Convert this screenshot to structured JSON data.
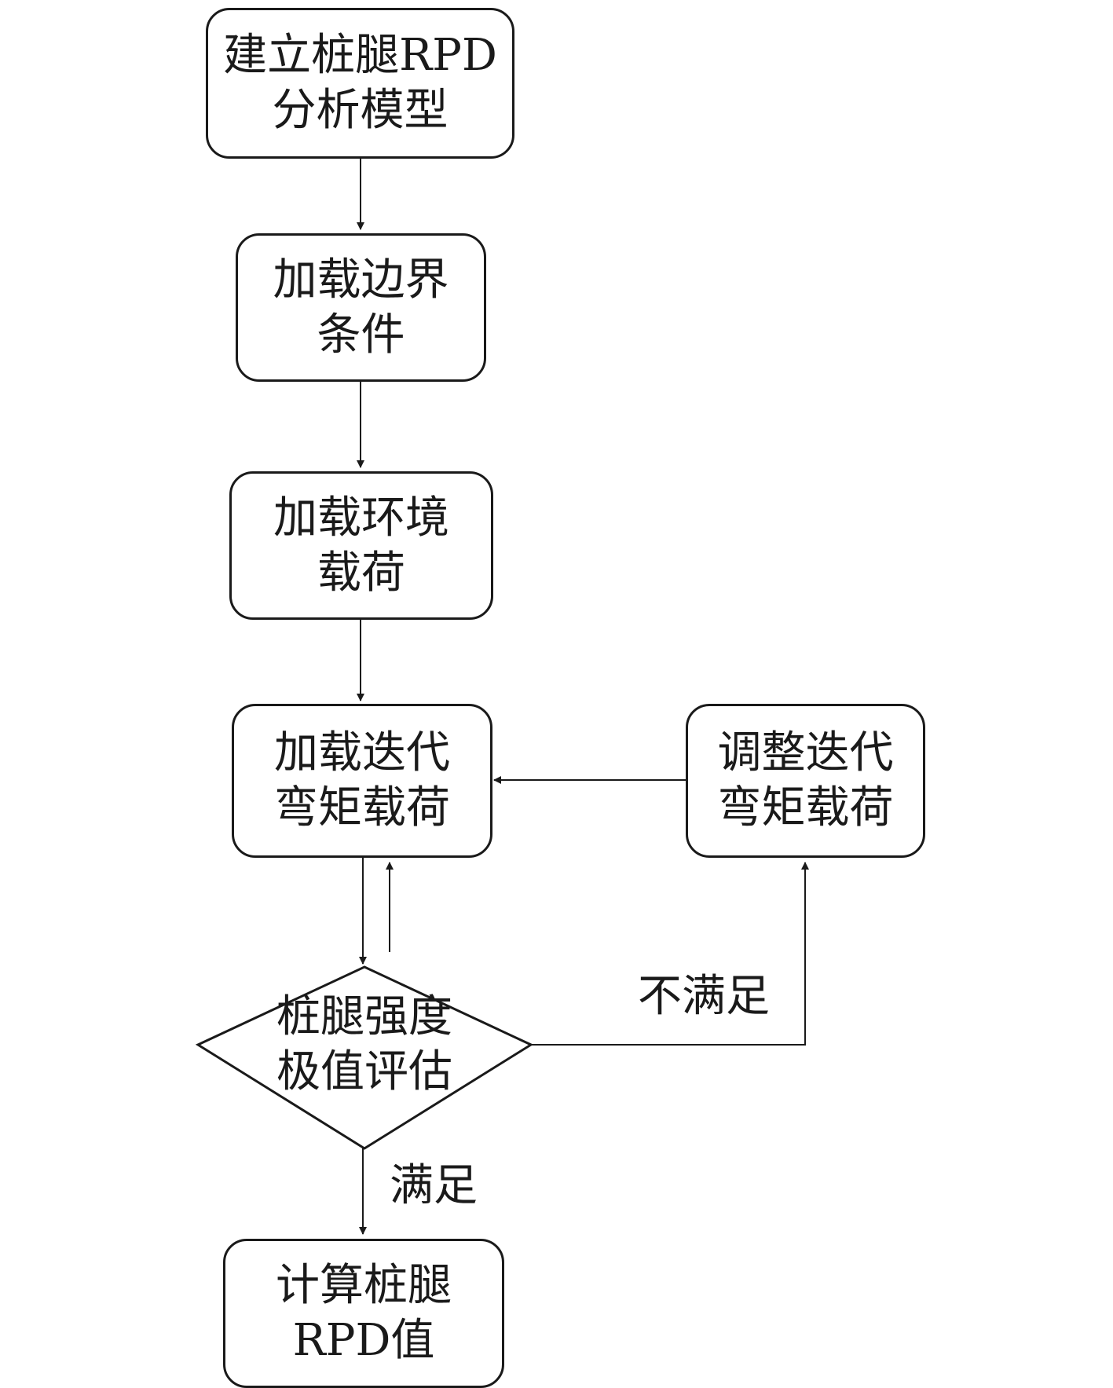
{
  "nodes": {
    "build_model": {
      "lines": [
        "建立桩腿RPD",
        "分析模型"
      ]
    },
    "boundary": {
      "lines": [
        "加载边界",
        "条件"
      ]
    },
    "env_load": {
      "lines": [
        "加载环境",
        "载荷"
      ]
    },
    "iter_load": {
      "lines": [
        "加载迭代",
        "弯矩载荷"
      ]
    },
    "adjust": {
      "lines": [
        "调整迭代",
        "弯矩载荷"
      ]
    },
    "evaluate": {
      "lines": [
        "桩腿强度",
        "极值评估"
      ]
    },
    "calc_rpd": {
      "lines": [
        "计算桩腿",
        "RPD值"
      ]
    }
  },
  "edges": {
    "not_satisfied": "不满足",
    "satisfied": "满足"
  },
  "colors": {
    "stroke": "#1a1a1a",
    "background": "#ffffff"
  }
}
